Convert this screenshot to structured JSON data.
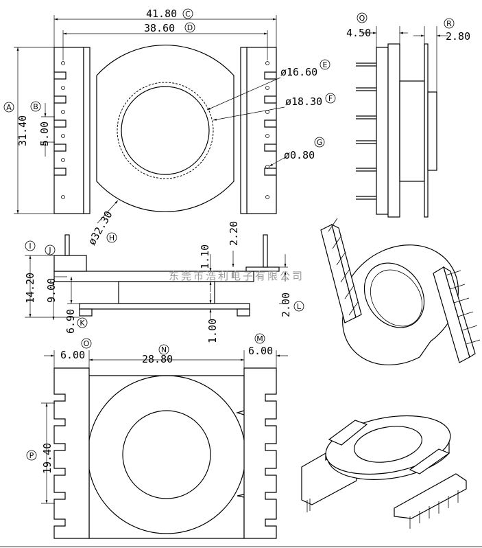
{
  "dimensions": {
    "c_width": "41.80",
    "d_pin_span": "38.60",
    "a_height": "31.40",
    "b_pitch": "5.00",
    "e_inner_dia": "ø16.60",
    "f_outer_dia": "ø18.30",
    "g_pin_dia": "ø0.80",
    "h_flange_dia": "ø32.30",
    "q_depth": "4.50",
    "r_depth": "2.80",
    "i_total_height": "14.20",
    "j_height": "9.00",
    "k_height": "6.90",
    "offset_1_10": "1.10",
    "offset_2_20": "2.20",
    "offset_1_00": "1.00",
    "l_pin_len": "2.00",
    "o_left": "6.00",
    "n_center": "28.80",
    "m_right": "6.00",
    "p_height": "19.40"
  },
  "labels": {
    "a": "A",
    "b": "B",
    "c": "C",
    "d": "D",
    "e": "E",
    "f": "F",
    "g": "G",
    "h": "H",
    "i": "I",
    "j": "J",
    "k": "K",
    "l": "L",
    "m": "M",
    "n": "N",
    "o": "O",
    "p": "P",
    "q": "Q",
    "r": "R"
  },
  "watermark": "东莞市浩利电子有限公司"
}
